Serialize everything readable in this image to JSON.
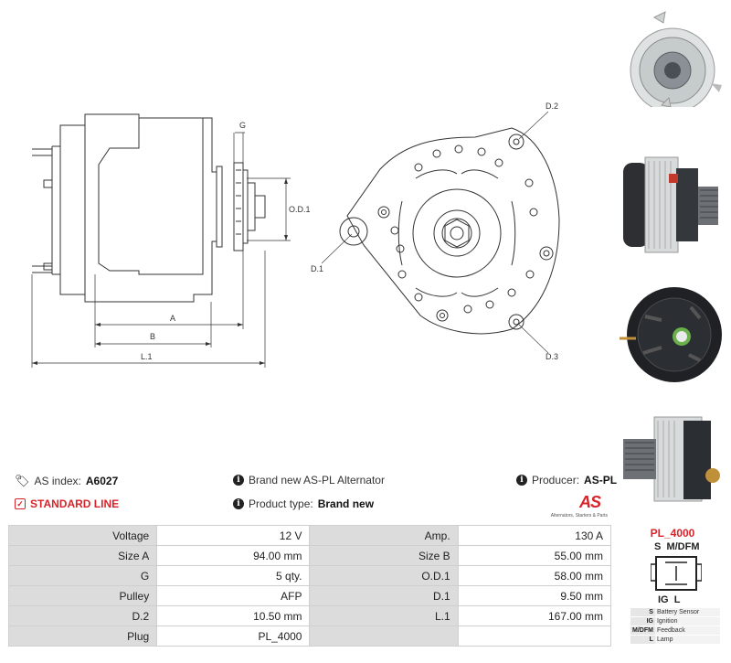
{
  "drawing": {
    "labels": {
      "G": "G",
      "OD1": "O.D.1",
      "A": "A",
      "B": "B",
      "L1": "L.1",
      "D1": "D.1",
      "D2": "D.2",
      "D3": "D.3"
    }
  },
  "info": {
    "as_index_label": "AS index:",
    "as_index_value": "A6027",
    "new_label": "Brand new AS-PL Alternator",
    "producer_label": "Producer:",
    "producer_value": "AS-PL",
    "standard_line": "STANDARD LINE",
    "product_type_label": "Product type:",
    "product_type_value": "Brand new",
    "logo_text": "AS",
    "logo_tagline": "Alternators, Starters & Parts"
  },
  "specs": [
    [
      "Voltage",
      "12 V",
      "Amp.",
      "130 A"
    ],
    [
      "Size A",
      "94.00 mm",
      "Size B",
      "55.00 mm"
    ],
    [
      "G",
      "5 qty.",
      "O.D.1",
      "58.00 mm"
    ],
    [
      "Pulley",
      "AFP",
      "D.1",
      "9.50 mm"
    ],
    [
      "D.2",
      "10.50 mm",
      "L.1",
      "167.00 mm"
    ],
    [
      "Plug",
      "PL_4000",
      "",
      ""
    ]
  ],
  "plug": {
    "title": "PL_4000",
    "top_labels": "S  M/DFM",
    "bottom_labels": "IG  L",
    "legend": [
      [
        "S",
        "Battery Sensor"
      ],
      [
        "IG",
        "Ignition"
      ],
      [
        "M/DFM",
        "Feedback"
      ],
      [
        "L",
        "Lamp"
      ]
    ]
  },
  "colors": {
    "accent": "#d8232a",
    "table_key_bg": "#dcdcdc"
  },
  "icons": [
    "tag-icon",
    "info-icon",
    "checkbox-icon"
  ]
}
